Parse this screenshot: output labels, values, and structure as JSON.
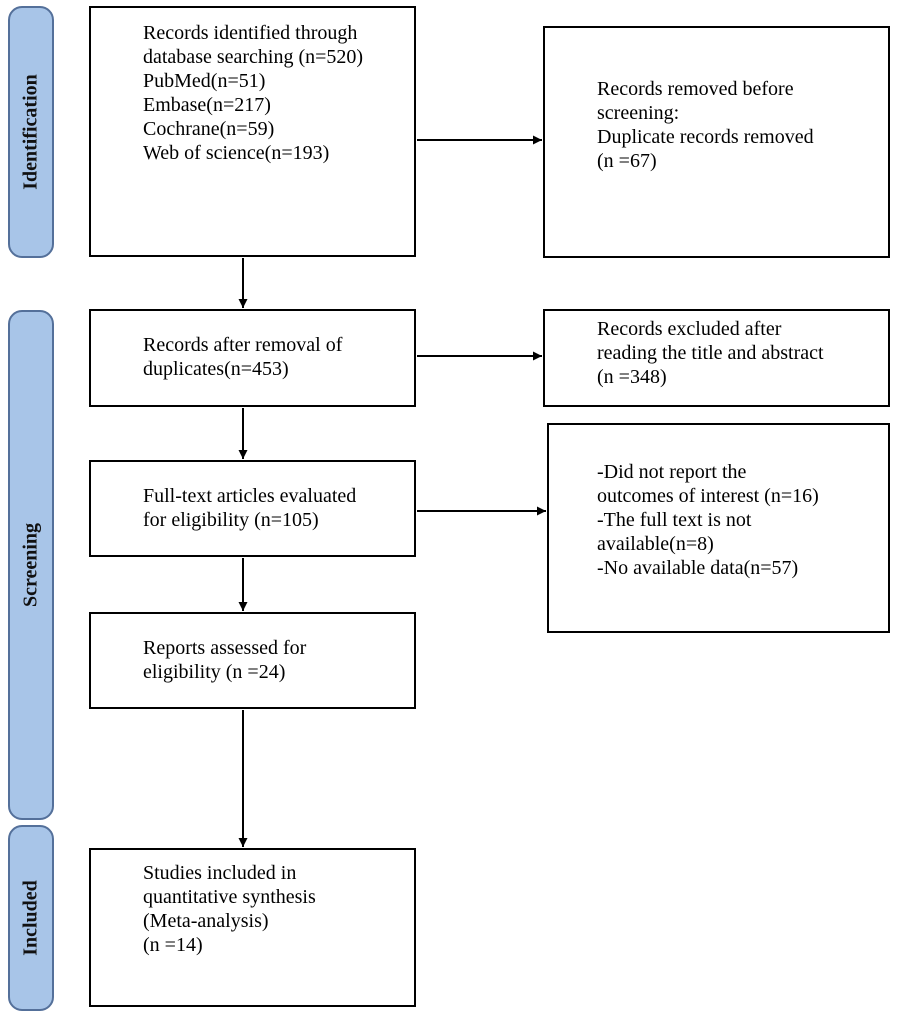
{
  "phases": {
    "identification": "Identification",
    "screening": "Screening",
    "included": "Included"
  },
  "boxes": {
    "identified": [
      "Records identified through",
      "database searching (n=520)",
      "PubMed(n=51)",
      "Embase(n=217)",
      "Cochrane(n=59)",
      "Web of science(n=193)"
    ],
    "removed_before": [
      "Records removed before",
      "screening:",
      "Duplicate records removed",
      "(n =67)"
    ],
    "after_duplicates": [
      "Records after removal of",
      "duplicates(n=453)"
    ],
    "excluded_title_abstract": [
      "Records excluded after",
      "reading the title and abstract",
      "(n =348)"
    ],
    "fulltext": [
      "Full-text articles evaluated",
      "for eligibility (n=105)"
    ],
    "fulltext_exclusions": [
      "-Did not report the",
      "outcomes of interest (n=16)",
      "-The full text is not",
      "available(n=8)",
      "-No available data(n=57)"
    ],
    "reports": [
      "Reports assessed for",
      "eligibility (n =24)"
    ],
    "included": [
      "Studies included in",
      "quantitative synthesis",
      "(Meta-analysis)",
      "(n =14)"
    ]
  },
  "colors": {
    "phase_fill": "#a8c5e8",
    "phase_border": "#54709a",
    "box_border": "#000000"
  }
}
